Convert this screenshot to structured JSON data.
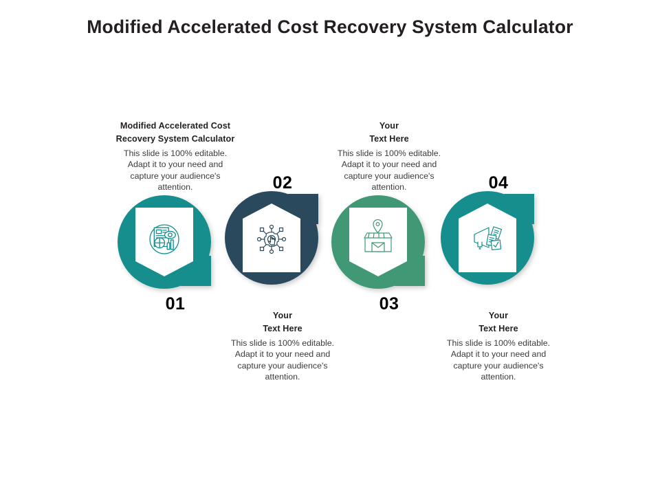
{
  "slide": {
    "title": "Modified Accelerated Cost Recovery System Calculator",
    "background_color": "#ffffff"
  },
  "palette": {
    "teal": "#138E8E",
    "navy": "#2C485C",
    "green": "#409874",
    "title_text": "#231f20",
    "body_text": "#3b3b3b",
    "number_text": "#000000",
    "shield_fill": "#ffffff"
  },
  "body_text": "This slide is 100% editable. Adapt it to your need and capture your audience's attention.",
  "columns": [
    {
      "number": "01",
      "number_position": "below",
      "heading": "Modified Accelerated  Cost\nRecovery System Calculator",
      "body": "This slide is 100% editable. Adapt it to your need and capture your audience's attention.",
      "text_position": "above",
      "color": "#138E8E",
      "badge_direction": "down",
      "icon_name": "report-analytics-icon"
    },
    {
      "number": "02",
      "number_position": "above",
      "heading": "Your\nText Here",
      "body": "This slide is 100% editable. Adapt it to your need and capture your audience's attention.",
      "text_position": "below",
      "color": "#2C485C",
      "badge_direction": "up",
      "icon_name": "gear-touch-network-icon"
    },
    {
      "number": "03",
      "number_position": "below",
      "heading": "Your\nText Here",
      "body": "This slide is 100% editable. Adapt it to your need and capture your audience's attention.",
      "text_position": "above",
      "color": "#409874",
      "badge_direction": "down",
      "icon_name": "storefront-location-mail-icon"
    },
    {
      "number": "04",
      "number_position": "above",
      "heading": "Your\nText Here",
      "body": "This slide is 100% editable. Adapt it to your need and capture your audience's attention.",
      "text_position": "below",
      "color": "#138E8E",
      "badge_direction": "up",
      "icon_name": "megaphone-checklist-icon"
    }
  ]
}
